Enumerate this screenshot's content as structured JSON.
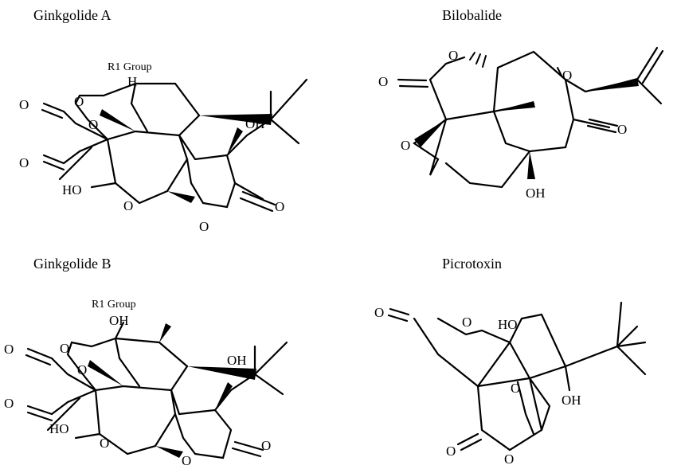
{
  "molecules": {
    "ginkgolide_a": {
      "name": "Ginkgolide A",
      "group_label": "R1 Group",
      "atoms": {
        "o_a": "O",
        "o_b": "O",
        "o_c": "O",
        "o_d": "O",
        "o_e": "O",
        "o_f": "O",
        "o_g": "O",
        "oh_1": "OH",
        "oh_2": "HO",
        "h": "H"
      }
    },
    "bilobalide": {
      "name": "Bilobalide",
      "atoms": {
        "o_a": "O",
        "o_b": "O",
        "o_c": "O",
        "o_d": "O",
        "o_e": "O",
        "oh_1": "OH"
      }
    },
    "ginkgolide_b": {
      "name": "Ginkgolide B",
      "group_label": "R1 Group",
      "atoms": {
        "o_a": "O",
        "o_b": "O",
        "o_c": "O",
        "o_d": "O",
        "o_e": "O",
        "o_f": "O",
        "o_g": "O",
        "oh_1": "OH",
        "oh_2": "HO",
        "oh_3": "OH"
      }
    },
    "picrotoxin": {
      "name": "Picrotoxin",
      "atoms": {
        "o_a": "O",
        "o_b": "O",
        "o_c": "O",
        "o_d": "O",
        "o_e": "O",
        "oh_1": "HO",
        "oh_2": "OH"
      }
    }
  }
}
